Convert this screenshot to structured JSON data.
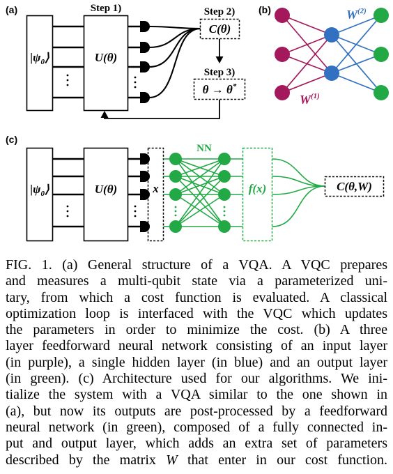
{
  "figure": {
    "colors": {
      "input_layer": "#a3195b",
      "hidden_layer": "#3271c1",
      "output_layer": "#22a845"
    },
    "panel_a": {
      "label": "(a)",
      "step1": "Step 1)",
      "step2": "Step 2)",
      "step3": "Step 3)",
      "state": {
        "main": "|ψ",
        "sub": "0",
        "close": "⟩"
      },
      "unitary": "U(θ)",
      "cost": "C(θ)",
      "update": {
        "main": "θ → θ",
        "sup": "*"
      }
    },
    "panel_b": {
      "label": "(b)",
      "w2": {
        "base": "W",
        "sup": "(2)"
      },
      "w1": {
        "base": "W",
        "sup": "(1)"
      }
    },
    "panel_c": {
      "label": "(c)",
      "state": {
        "main": "|ψ",
        "sub": "0",
        "close": "⟩"
      },
      "unitary": "U(θ)",
      "input": "x",
      "network": "NN",
      "output": "f(x)",
      "cost": "C(θ,W)"
    }
  },
  "caption": {
    "lines": [
      "FIG. 1. (a) General structure of a VQA. A VQC prepares",
      "and measures a multi-qubit state via a parameterized uni-",
      "tary, from which a cost function is evaluated. A classical",
      "optimization loop is interfaced with the VQC which updates",
      "the parameters in order to minimize the cost. (b) A three",
      "layer feedforward neural network consisting of an input layer",
      "(in purple), a single hidden layer (in blue) and an output layer",
      "(in green). (c) Architecture used for our algorithms. We ini-",
      "tialize the system with a VQA similar to the one shown in",
      "(a), but now its outputs are post-processed by a feedforward",
      "neural network (in green), composed of a fully connected in-",
      "put and output layer, which adds an extra set of parameters"
    ],
    "last_line": {
      "before": "described by the matrix ",
      "italic": "W",
      "after": " that enter in our cost function."
    }
  }
}
